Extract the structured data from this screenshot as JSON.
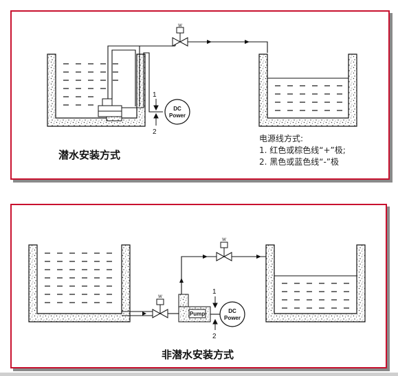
{
  "top_panel": {
    "title": "潜水安装方式",
    "valve_label": "W",
    "pump_label": [
      "DC",
      "Power"
    ],
    "wire_label_1": "1",
    "wire_label_2": "2",
    "power_notes": {
      "heading": "电源线方式:",
      "line1": "1. 红色或棕色线“+”极;",
      "line2": "2. 黑色或蓝色线“-”极"
    }
  },
  "bottom_panel": {
    "title": "非潜水安装方式",
    "valve_label": "W",
    "pump_box_label": "Pump",
    "pump_label": [
      "DC",
      "Power"
    ],
    "wire_label_1": "1",
    "wire_label_2": "2"
  },
  "colors": {
    "border": "#c8102e",
    "shadow": "#8a8a8a"
  }
}
